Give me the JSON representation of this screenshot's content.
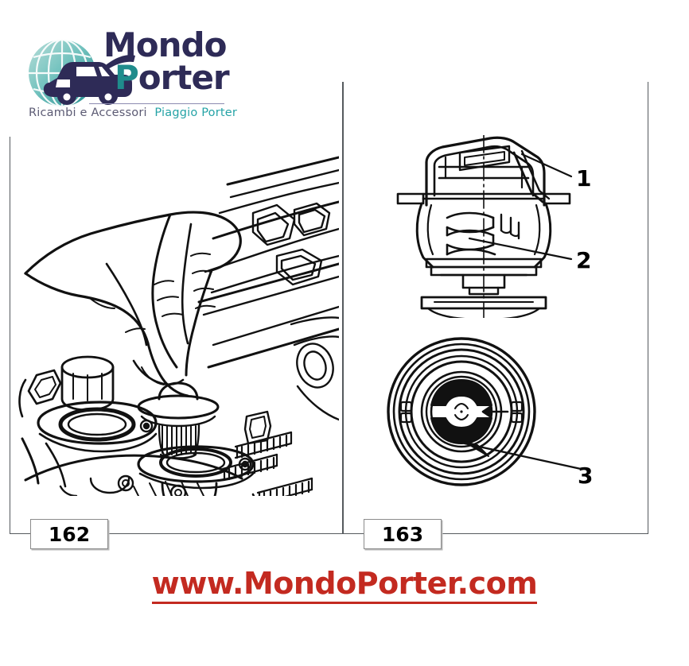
{
  "brand": {
    "logo": {
      "word_top": "Mondo",
      "word_bottom_initial": "P",
      "word_bottom_rest": "orter",
      "globe_icon": "globe-icon",
      "vehicle_icon": "van-silhouette-icon"
    },
    "tagline_primary": "Ricambi e Accessori",
    "tagline_secondary": "Piaggio Porter",
    "colors": {
      "navy": "#2e2b57",
      "teal": "#1f8c8c",
      "tagline_teal": "#25a3a6",
      "footer_red": "#c32a20",
      "frame_gray": "#555a5e"
    }
  },
  "sheet": {
    "panels": [
      {
        "id": "left-panel",
        "figure_number": "162",
        "illustration": "hand-installing-thermostat-in-engine-housing",
        "callouts": []
      },
      {
        "id": "right-panel",
        "figure_number": "163",
        "illustration": "thermostat-section-and-top-view",
        "callouts": [
          {
            "number": "1",
            "target": "thermostat-upper-frame"
          },
          {
            "number": "2",
            "target": "thermostat-spring-stem"
          },
          {
            "number": "3",
            "target": "thermostat-top-face-marking"
          }
        ]
      }
    ]
  },
  "footer": {
    "url": "www.MondoPorter.com"
  }
}
